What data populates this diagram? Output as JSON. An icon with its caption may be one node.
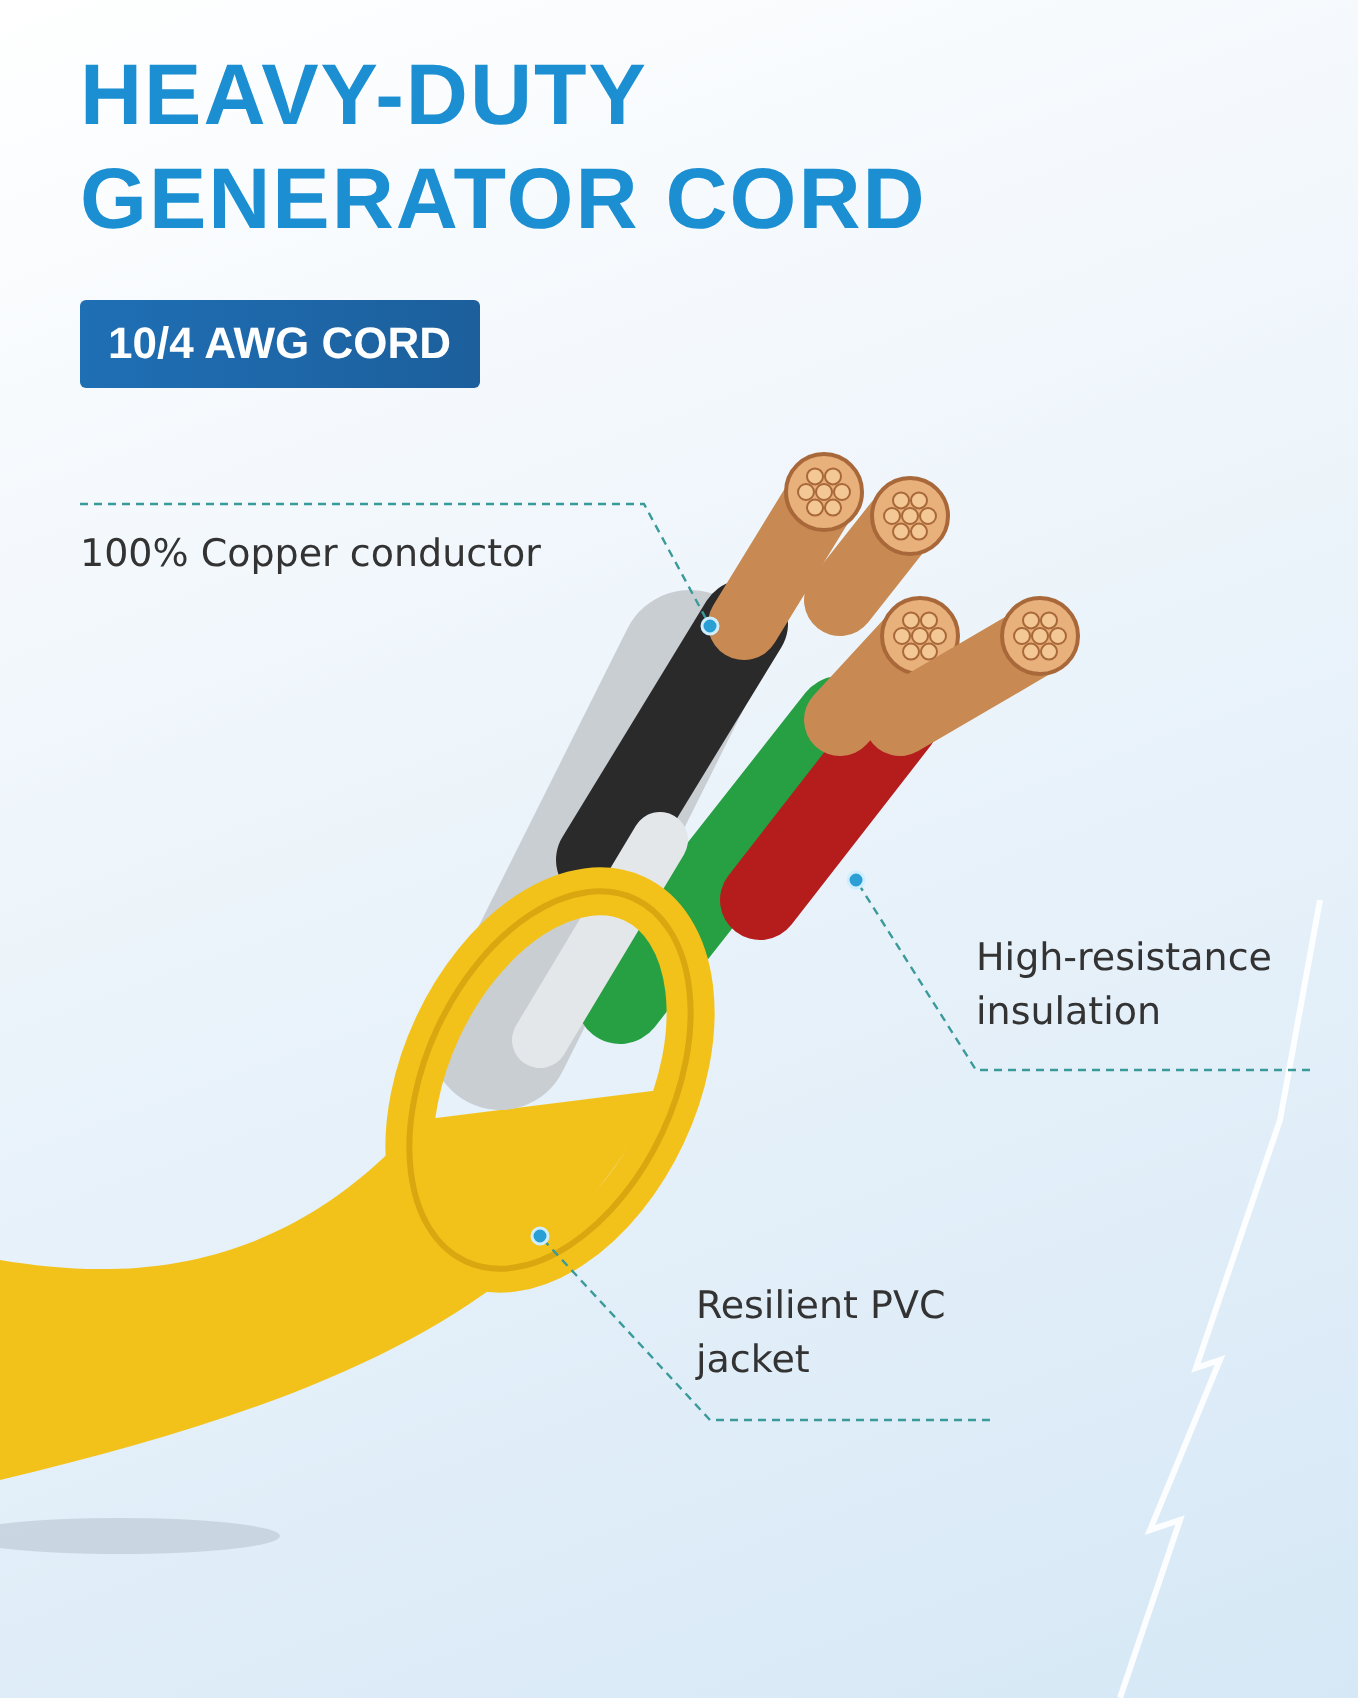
{
  "diagram": {
    "title": "HEAVY-DUTY GENERATOR CORD",
    "nodes": [
      {
        "text": [
          "100% Copper conductor"
        ]
      },
      {
        "text": [
          "High-resistance insulation"
        ]
      },
      {
        "text": [
          "Resilient PVC jacket"
        ]
      }
    ],
    "edges": [
      {
        "from": 0,
        "to": null,
        "arrow": "other",
        "style": "dashed"
      },
      {
        "from": 1,
        "to": null,
        "arrow": "other",
        "style": "dashed"
      },
      {
        "from": 2,
        "to": null,
        "arrow": "other",
        "style": "dashed"
      }
    ],
    "labels": [
      "10/4 AWG CORD"
    ]
  }
}
